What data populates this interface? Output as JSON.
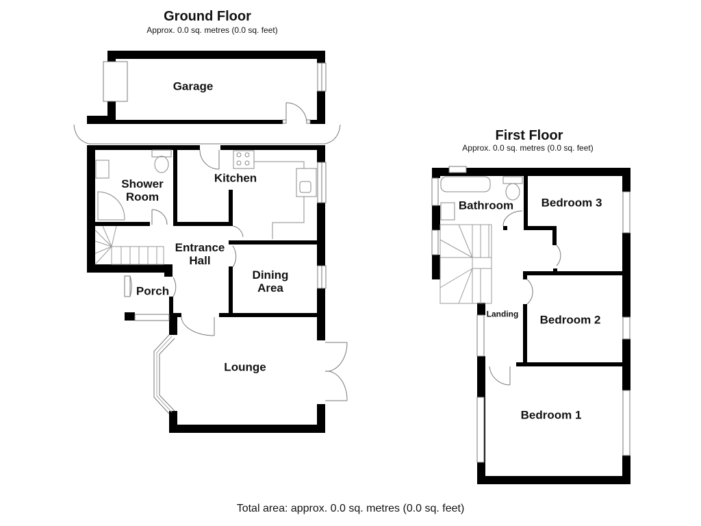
{
  "ground_floor": {
    "title": "Ground Floor",
    "area": "Approx. 0.0 sq. metres (0.0 sq. feet)",
    "rooms": {
      "garage": "Garage",
      "shower_room_1": "Shower",
      "shower_room_2": "Room",
      "kitchen": "Kitchen",
      "entrance_hall_1": "Entrance",
      "entrance_hall_2": "Hall",
      "dining_area_1": "Dining",
      "dining_area_2": "Area",
      "porch": "Porch",
      "lounge": "Lounge"
    }
  },
  "first_floor": {
    "title": "First Floor",
    "area": "Approx. 0.0 sq. metres (0.0 sq. feet)",
    "rooms": {
      "bathroom": "Bathroom",
      "bedroom_3": "Bedroom 3",
      "bedroom_2": "Bedroom 2",
      "landing": "Landing",
      "bedroom_1": "Bedroom 1"
    }
  },
  "footer": {
    "total_area": "Total area: approx. 0.0 sq. metres (0.0 sq. feet)"
  },
  "colors": {
    "wall": "#000000",
    "fixture_line": "#888888",
    "background": "#ffffff"
  }
}
